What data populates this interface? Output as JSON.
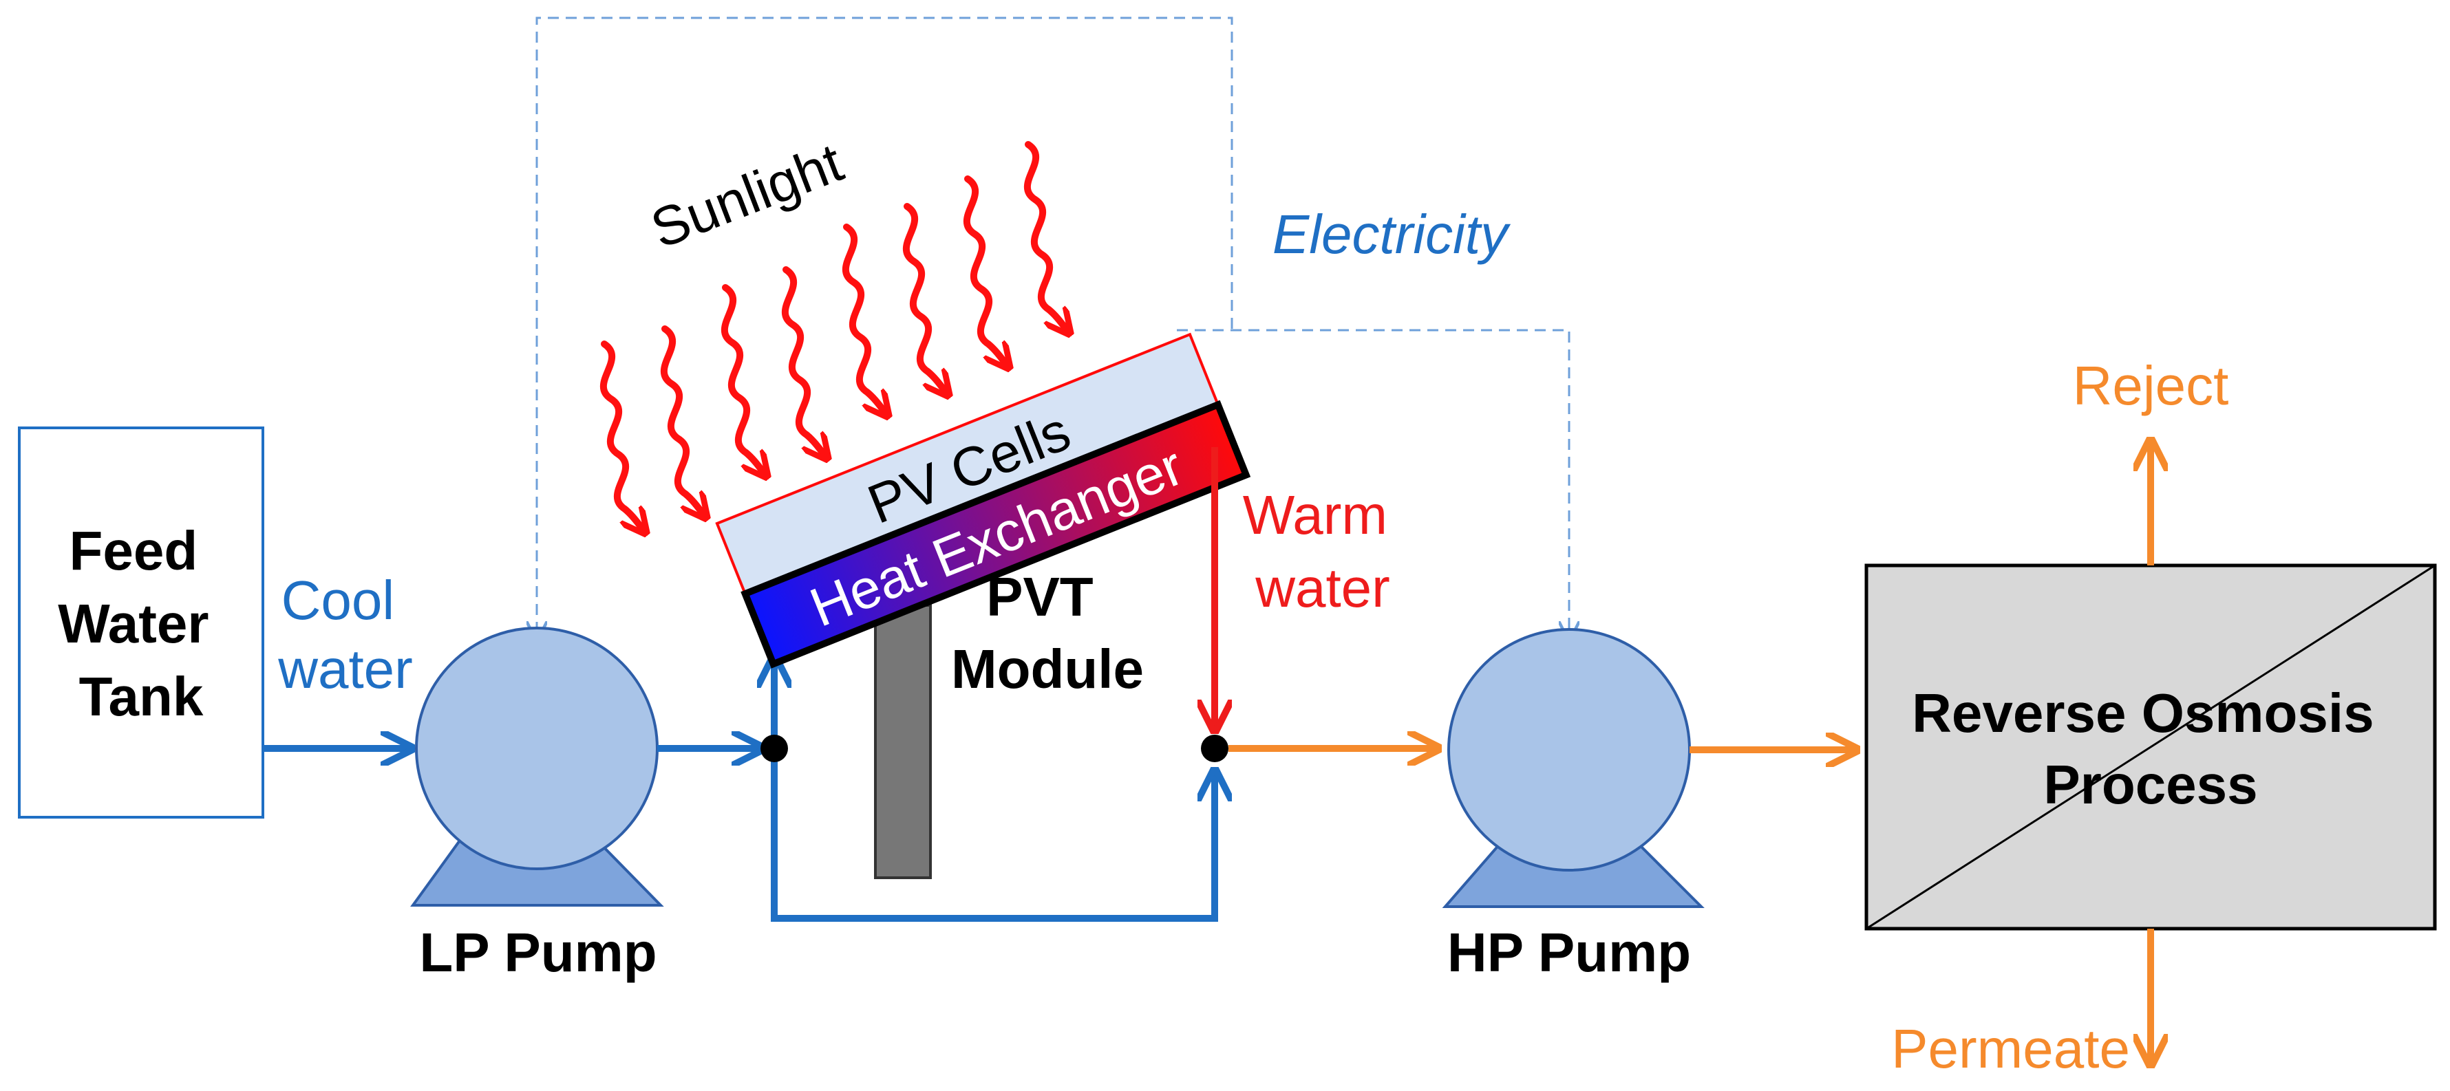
{
  "labels": {
    "feed_tank": [
      "Feed",
      "Water",
      "Tank"
    ],
    "cool_water": [
      "Cool",
      "water"
    ],
    "lp_pump": "LP Pump",
    "sunlight": "Sunlight",
    "electricity": "Electricity",
    "pv_cells": "PV Cells",
    "heat_exchanger": "Heat Exchanger",
    "pvt_module": [
      "PVT",
      "Module"
    ],
    "warm_water": [
      "Warm",
      "water"
    ],
    "hp_pump": "HP Pump",
    "ro_process": [
      "Reverse Osmosis",
      "Process"
    ],
    "reject": "Reject",
    "permeate": "Permeate"
  },
  "colors": {
    "cool_flow": "#1f6fc4",
    "warm_flow": "#ee1c1c",
    "ro_flow": "#f58a2c",
    "electricity_line": "#6fa0da",
    "pump_body": "#a9c4e8",
    "pump_base": "#7ea4dc",
    "pump_stroke": "#2e5ea8",
    "pv_cells": "#d6e3f5",
    "heat_exchanger_start": "#0a14ff",
    "heat_exchanger_end": "#ff0a0a",
    "stand": "#777777",
    "ro_box": "#d8d8d8",
    "sunlight_rays": "#ff1010"
  }
}
